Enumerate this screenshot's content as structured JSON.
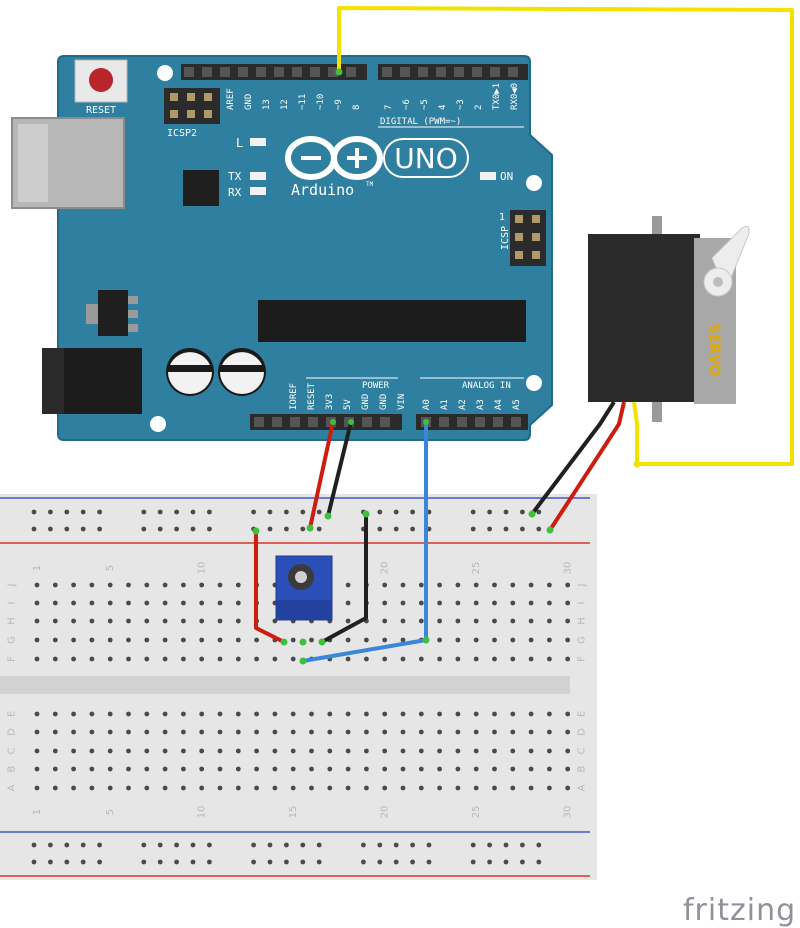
{
  "colors": {
    "board": "#2e7fa0",
    "board_edge": "#1f6a88",
    "header": "#2b2b2b",
    "breadboard": "#e6e6e6",
    "rail_red": "#d9352e",
    "rail_blue": "#3f59c9",
    "wire_yellow": "#f3e200",
    "wire_red": "#cc1d10",
    "wire_black": "#202020",
    "wire_blue": "#3b86d8",
    "pot_blue": "#2a4fb8",
    "servo_body": "#2a2a2a",
    "servo_label": "#e0a800"
  },
  "arduino": {
    "reset_label": "RESET",
    "icsp2_label": "ICSP2",
    "icsp_label": "ICSP",
    "icsp_pin1": "1",
    "l_label": "L",
    "tx_label": "TX",
    "rx_label": "RX",
    "on_label": "ON",
    "uno_label": "UNO",
    "brand_label": "Arduino",
    "tm_label": "TM",
    "digital_label": "DIGITAL (PWM=~)",
    "power_label": "POWER",
    "analog_label": "ANALOG IN",
    "digital_pins": [
      "AREF",
      "GND",
      "13",
      "12",
      "~11",
      "~10",
      "~9",
      "8",
      "7",
      "~6",
      "~5",
      "4",
      "~3",
      "2",
      "TX0▶1",
      "RX0◀0"
    ],
    "power_pins": [
      "IOREF",
      "RESET",
      "3V3",
      "5V",
      "GND",
      "GND",
      "VIN"
    ],
    "analog_pins": [
      "A0",
      "A1",
      "A2",
      "A3",
      "A4",
      "A5"
    ]
  },
  "breadboard": {
    "column_numbers": [
      "1",
      "5",
      "10",
      "15",
      "20",
      "25",
      "30"
    ],
    "top_row_letters": [
      "J",
      "I",
      "H",
      "G",
      "F"
    ],
    "bottom_row_letters": [
      "E",
      "D",
      "C",
      "B",
      "A"
    ]
  },
  "servo": {
    "label": "SERVO"
  },
  "footer": {
    "brand": "fritzing"
  }
}
